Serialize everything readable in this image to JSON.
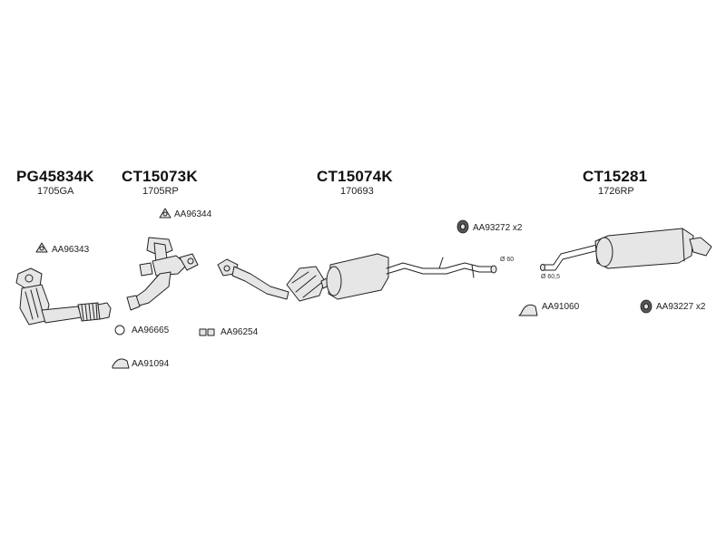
{
  "assemblies": [
    {
      "code": "PG45834K",
      "ref": "1705GA"
    },
    {
      "code": "CT15073K",
      "ref": "1705RP"
    },
    {
      "code": "CT15074K",
      "ref": "170693"
    },
    {
      "code": "CT15281",
      "ref": "1726RP"
    }
  ],
  "parts": {
    "aa96343": "AA96343",
    "aa96344": "AA96344",
    "aa96665": "AA96665",
    "aa96254": "AA96254",
    "aa91094": "AA91094",
    "aa93272": "AA93272 x2",
    "aa91060": "AA91060",
    "aa93227": "AA93227 x2"
  },
  "dimensions": {
    "d60": "Ø 60",
    "d605": "Ø 60,5"
  }
}
